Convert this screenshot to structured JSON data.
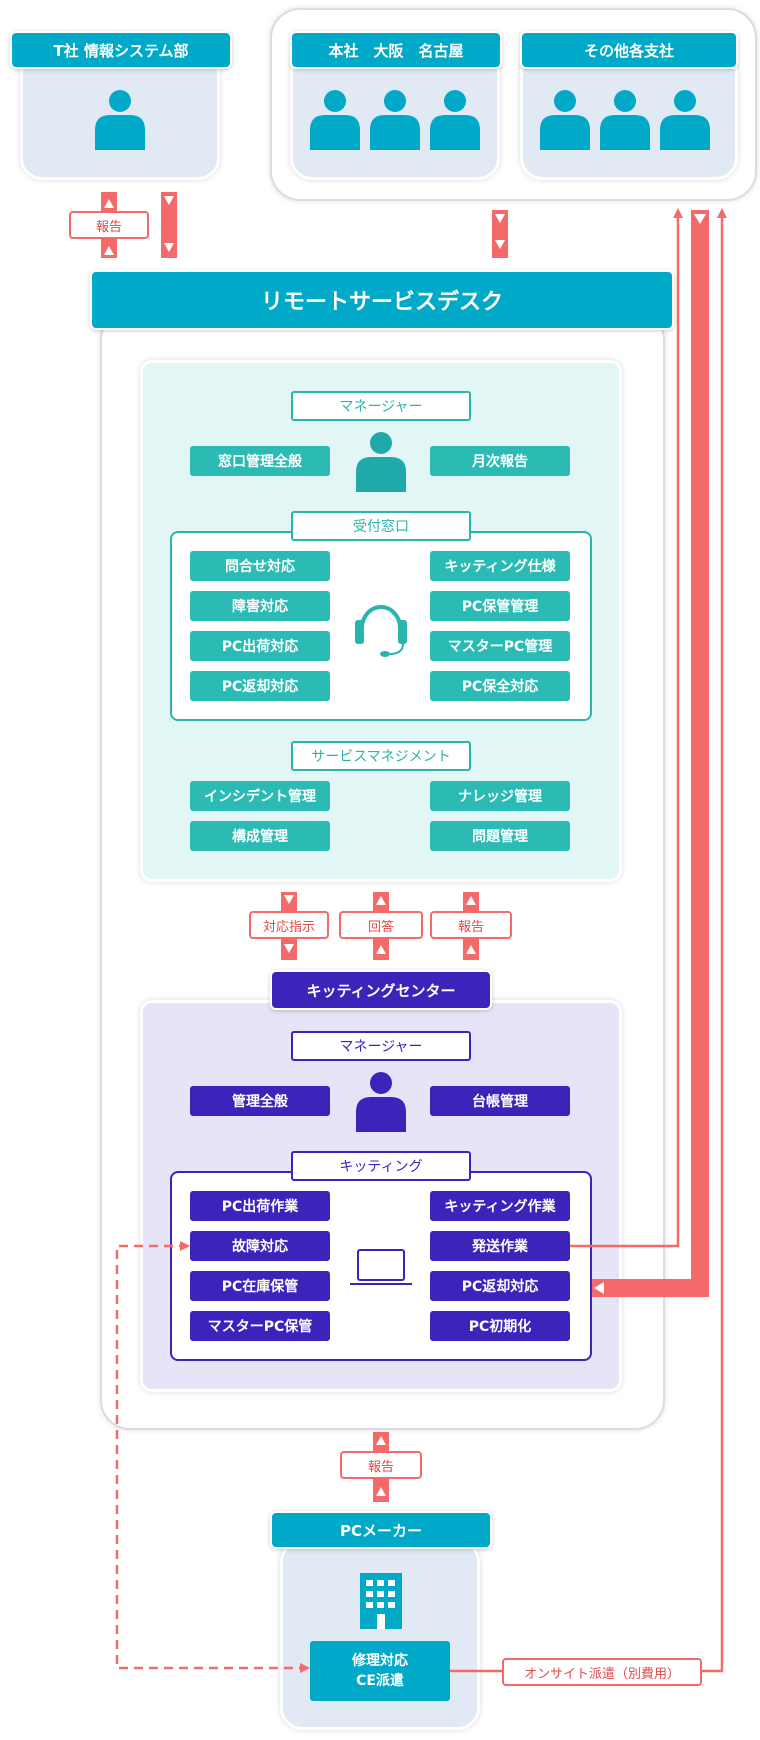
{
  "top": {
    "it_dept": "T社 情報システム部",
    "hq": "本社　大阪　名古屋",
    "branches": "その他各支社"
  },
  "desk": {
    "title": "リモートサービスデスク",
    "manager_label": "マネージャー",
    "manager_left": "窓口管理全般",
    "manager_right": "月次報告",
    "reception_label": "受付窓口",
    "reception_left": [
      "問合せ対応",
      "障害対応",
      "PC出荷対応",
      "PC返却対応"
    ],
    "reception_right": [
      "キッティング仕様",
      "PC保管管理",
      "マスターPC管理",
      "PC保全対応"
    ],
    "service_label": "サービスマネジメント",
    "service_left": [
      "インシデント管理",
      "構成管理"
    ],
    "service_right": [
      "ナレッジ管理",
      "問題管理"
    ]
  },
  "links": {
    "report": "報告",
    "instruction": "対応指示",
    "answer": "回答",
    "onsite": "オンサイト派遣（別費用）"
  },
  "kitting": {
    "title": "キッティングセンター",
    "manager_label": "マネージャー",
    "manager_left": "管理全般",
    "manager_right": "台帳管理",
    "kitting_label": "キッティング",
    "left": [
      "PC出荷作業",
      "故障対応",
      "PC在庫保管",
      "マスターPC保管"
    ],
    "right": [
      "キッティング作業",
      "発送作業",
      "PC返却対応",
      "PC初期化"
    ]
  },
  "maker": {
    "title": "PCメーカー",
    "repair_line1": "修理対応",
    "repair_line2": "CE派遣"
  },
  "colors": {
    "teal": "#2bbbb4",
    "header_blue": "#00a9c8",
    "purple": "#3b24b9",
    "arrow_red": "#f46a6a"
  }
}
